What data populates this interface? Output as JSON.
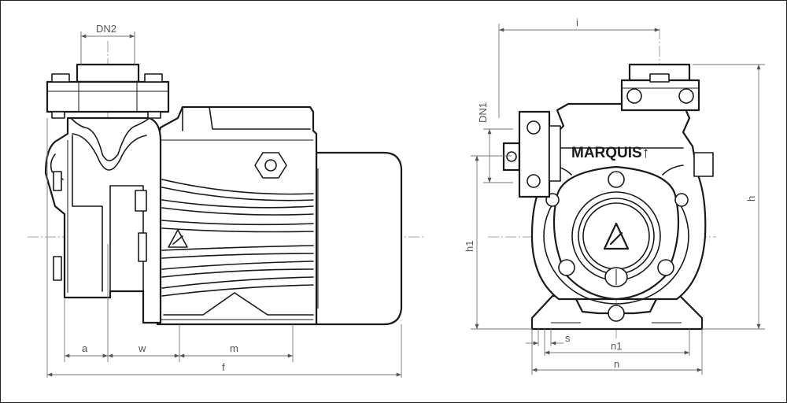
{
  "brand": "MARQUIS↑",
  "labels": {
    "dn2": "DN2",
    "a": "a",
    "w": "w",
    "m": "m",
    "f": "f",
    "i": "i",
    "dn1": "DN1",
    "h1": "h1",
    "h": "h",
    "s": "s",
    "n1": "n1",
    "n": "n"
  },
  "colors": {
    "line": "#1a1a1a",
    "dimension": "#777777",
    "frame": "#222222"
  }
}
